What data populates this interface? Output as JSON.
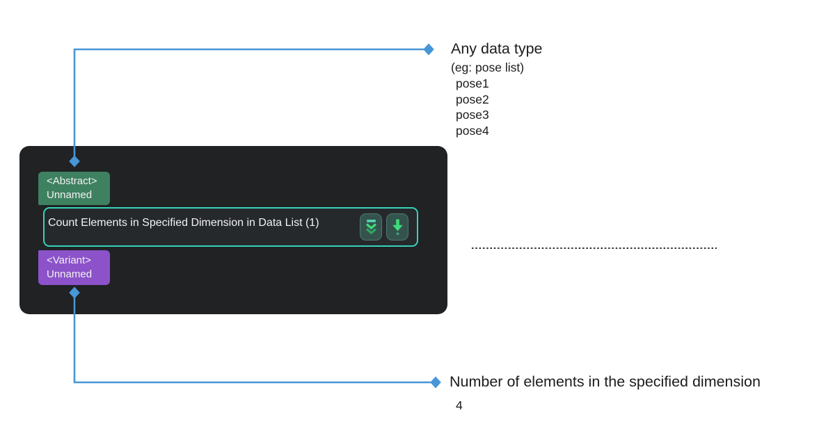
{
  "node": {
    "input_port": {
      "type": "<Abstract>",
      "name": "Unnamed"
    },
    "title": "Count Elements in Specified Dimension in Data List (1)",
    "output_port": {
      "type": "<Variant>",
      "name": "Unnamed"
    },
    "buttons": [
      {
        "icon": "collapse-chevrons-icon"
      },
      {
        "icon": "arrow-down-dot-icon"
      }
    ]
  },
  "annotations": {
    "input": {
      "title": "Any data type",
      "example": "(eg: pose list)",
      "items": [
        "pose1",
        "pose2",
        "pose3",
        "pose4"
      ]
    },
    "output": {
      "title": "Number of elements in the specified dimension",
      "value": "4"
    }
  },
  "colors": {
    "canvas_bg": "#ffffff",
    "node_bg": "#202224",
    "node_inner_bg": "#26292c",
    "selection_border": "#36d3b7",
    "abstract_port_green": "#3e8161",
    "variant_port_purple": "#8c52ca",
    "icon_bright_green": "#3edb7a",
    "icon_dim_green": "#2fa565",
    "icon_teal": "#52d5b5",
    "connector_blue": "#4796d8",
    "dotted_line": "#141414",
    "annotation_text": "#1c1c1e"
  }
}
